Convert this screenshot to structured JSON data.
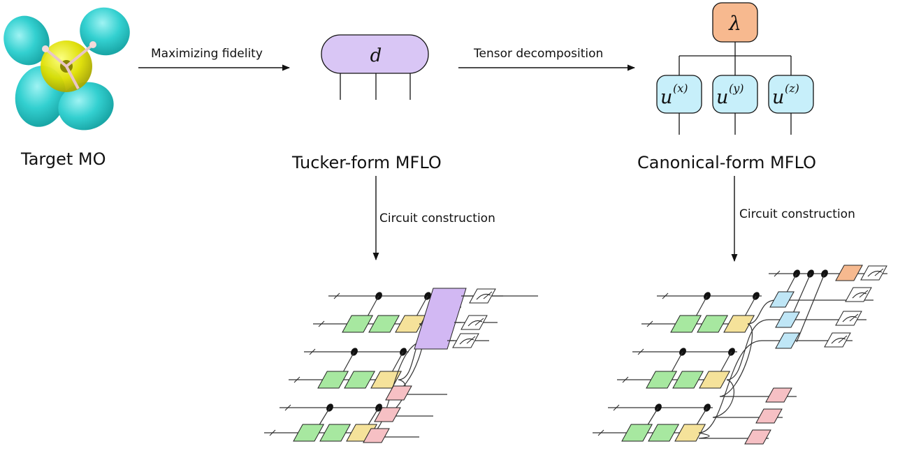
{
  "labels": {
    "target": "Target MO",
    "tucker": "Tucker-form MFLO",
    "canonical": "Canonical-form MFLO"
  },
  "arrows": {
    "fidelity": "Maximizing fidelity",
    "tensor": "Tensor decomposition",
    "circuit_left": "Circuit construction",
    "circuit_right": "Circuit construction"
  },
  "tensors": {
    "core": "d",
    "lambda": "λ",
    "u_base": "u",
    "u_x": "(x)",
    "u_y": "(y)",
    "u_z": "(z)"
  },
  "colors": {
    "orbital_lobe": "#3dd6d6",
    "orbital_center": "#e3e600",
    "core_tensor": "#d9c6f5",
    "lambda_tensor": "#f7b98f",
    "factor_tensor": "#c7effa",
    "gate_green": "#a7e8a0",
    "gate_yellow": "#f5e29a",
    "gate_purple": "#d2b8f3",
    "gate_pink": "#f6c0c4",
    "gate_blue": "#bfe6f6",
    "gate_orange": "#f6b98f"
  }
}
